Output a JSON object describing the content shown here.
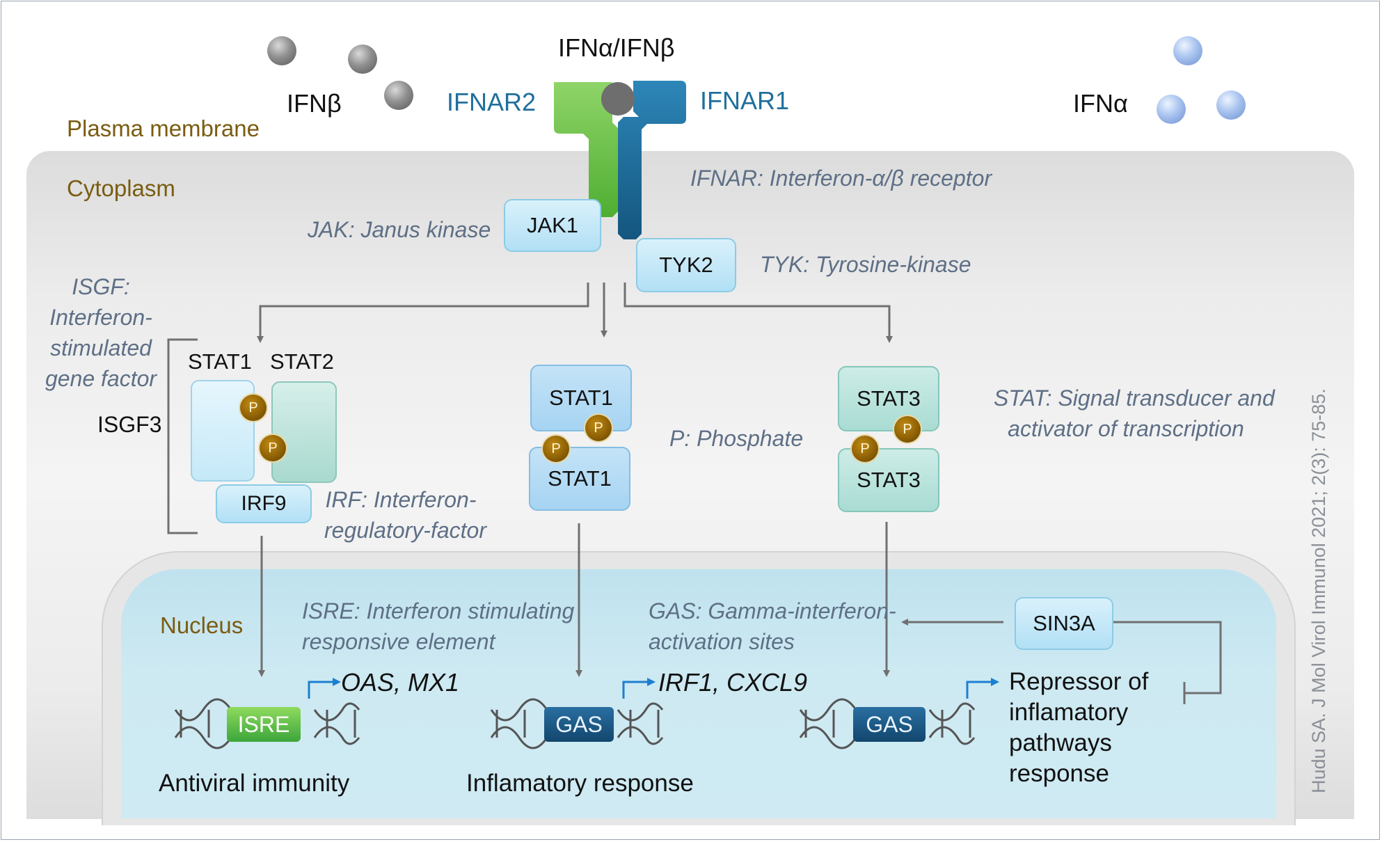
{
  "ligands": {
    "top": "IFNα/IFNβ",
    "left": "IFNβ",
    "right": "IFNα"
  },
  "receptors": {
    "ifnar2": "IFNAR2",
    "ifnar1": "IFNAR1"
  },
  "compartments": {
    "membrane": "Plasma membrane",
    "cytoplasm": "Cytoplasm",
    "nucleus": "Nucleus"
  },
  "kinases": {
    "jak1": "JAK1",
    "tyk2": "TYK2"
  },
  "notes": {
    "ifnar": "IFNAR: Interferon-α/β receptor",
    "jak": "JAK: Janus kinase",
    "tyk": "TYK: Tyrosine-kinase",
    "isgf_lines": [
      "ISGF:",
      "Interferon-",
      "stimulated",
      "gene factor"
    ],
    "phosphate": "P: Phosphate",
    "stat_lines": [
      "STAT: Signal transducer and",
      "activator of transcription"
    ],
    "irf_lines": [
      "IRF: Interferon-",
      "regulatory-factor"
    ],
    "isre_lines": [
      "ISRE: Interferon stimulating",
      "responsive element"
    ],
    "gas_lines": [
      "GAS: Gamma-interferon-",
      "activation sites"
    ]
  },
  "complexes": {
    "isgf3": {
      "label": "ISGF3",
      "stat1": "STAT1",
      "stat2": "STAT2",
      "irf9": "IRF9"
    },
    "stat1_dimer": {
      "top": "STAT1",
      "bottom": "STAT1"
    },
    "stat3_dimer": {
      "top": "STAT3",
      "bottom": "STAT3"
    },
    "phosphate_symbol": "P"
  },
  "sin3a": "SIN3A",
  "elements": {
    "isre": "ISRE",
    "gas1": "GAS",
    "gas2": "GAS"
  },
  "genes": {
    "g1": "OAS, MX1",
    "g2": "IRF1, CXCL9"
  },
  "outcomes": {
    "antiviral": "Antiviral immunity",
    "inflammatory": "Inflamatory response",
    "repressor_lines": [
      "Repressor of",
      "inflamatory",
      "pathways",
      "response"
    ]
  },
  "credit": "Hudu SA. J Mol Virol Immunol 2021; 2(3): 75-85.",
  "colors": {
    "ifnar2": "#6cc04a",
    "ifnar1": "#1f6f9c",
    "arrow": "#707070",
    "tss_arrow": "#1c7fd0"
  }
}
